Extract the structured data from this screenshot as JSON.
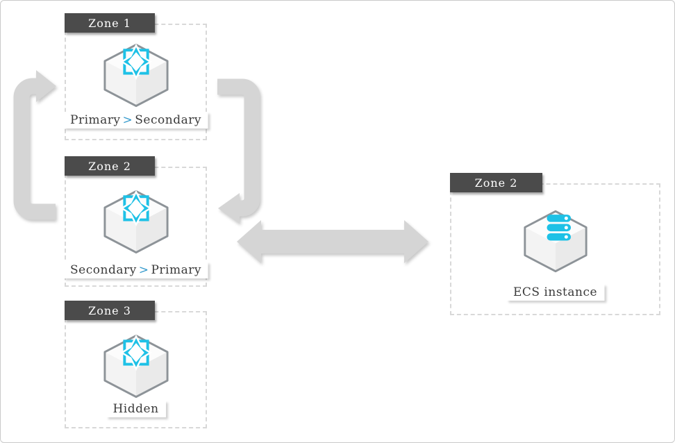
{
  "zones": [
    {
      "tab": "Zone 1",
      "icon": "mongodb-node-icon",
      "label_left": "Primary",
      "label_sep": ">",
      "label_right": "Secondary"
    },
    {
      "tab": "Zone 2",
      "icon": "mongodb-node-icon",
      "label_left": "Secondary",
      "label_sep": ">",
      "label_right": "Primary"
    },
    {
      "tab": "Zone 3",
      "icon": "mongodb-node-icon",
      "label": "Hidden"
    },
    {
      "tab": "Zone 2",
      "icon": "ecs-instance-icon",
      "label": "ECS instance"
    }
  ],
  "arrows": [
    {
      "name": "loop-arrow-up",
      "meaning": "switchover from Zone 2 to Zone 1"
    },
    {
      "name": "loop-arrow-down",
      "meaning": "switchover from Zone 1 to Zone 2"
    },
    {
      "name": "bidirectional-arrow",
      "meaning": "connection between Zone 2 and ECS instance"
    }
  ],
  "colors": {
    "accent_cyan": "#1ec1e6",
    "separator_blue": "#3399cc",
    "tab_background": "#4b4b4b",
    "arrow_gray": "#d5d5d5",
    "dashed_border": "#d8d8d8",
    "hexagon_outline": "#8d9398",
    "label_text": "#3a3a3a"
  }
}
